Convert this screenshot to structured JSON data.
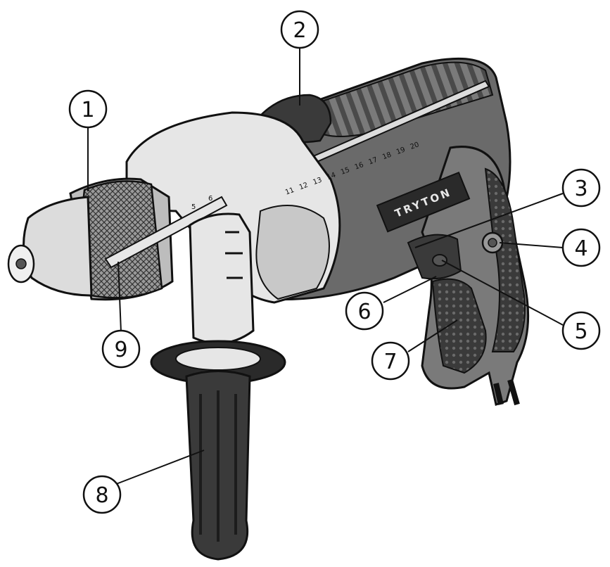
{
  "brand": "TRYTON",
  "depth_scale": [
    "5",
    "6"
  ],
  "top_scale": [
    "11",
    "12",
    "13",
    "14",
    "15",
    "16",
    "17",
    "18",
    "19",
    "20"
  ],
  "callouts": [
    "1",
    "2",
    "3",
    "4",
    "5",
    "6",
    "7",
    "8",
    "9"
  ],
  "colors": {
    "body_dark": "#5a5a5a",
    "body_mid": "#8a8a8a",
    "body_light": "#d8d8d8",
    "grip_black": "#2a2a2a",
    "outline": "#111111"
  }
}
